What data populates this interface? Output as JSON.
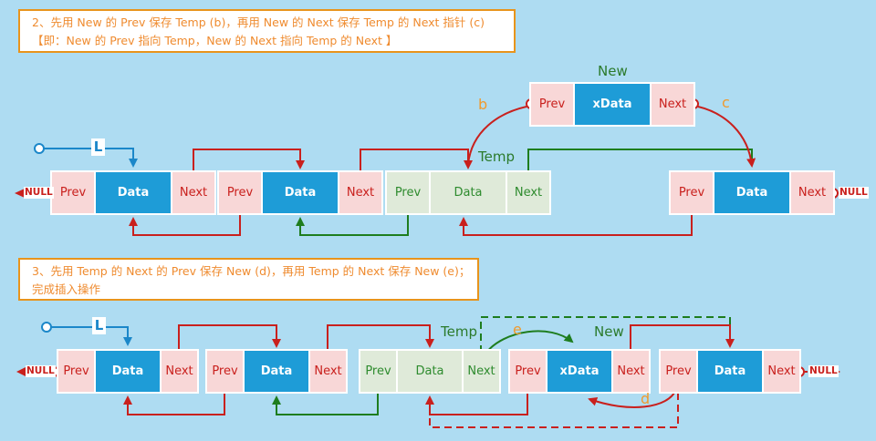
{
  "steps": {
    "step2": {
      "line1": "2、先用 New 的 Prev 保存 Temp (b)，再用 New 的 Next 保存 Temp 的 Next 指针 (c)",
      "line2": "【即：New 的 Prev 指向 Temp，New 的 Next 指向 Temp 的 Next 】"
    },
    "step3": {
      "line1": "3、先用 Temp 的 Next 的 Prev 保存 New (d)，再用 Temp 的 Next 保存 New (e)；",
      "line2": "完成插入操作"
    }
  },
  "cells": {
    "prev": "Prev",
    "data": "Data",
    "next": "Next",
    "xdata": "xData"
  },
  "labels": {
    "list_head": "L",
    "null_text": "NULL",
    "temp": "Temp",
    "new": "New",
    "b": "b",
    "c": "c",
    "d": "d",
    "e": "e"
  },
  "colors": {
    "background": "#aedcf2",
    "pink_cell": "#f8d7d7",
    "blue_cell": "#1e9cd7",
    "green_cell": "#dfead9",
    "red_line": "#c9201d",
    "green_line": "#1e7d1e",
    "blue_line": "#1b87c9",
    "orange_label": "#f09a2e",
    "box_border": "#e8941c",
    "box_text": "#ef8b2f"
  }
}
